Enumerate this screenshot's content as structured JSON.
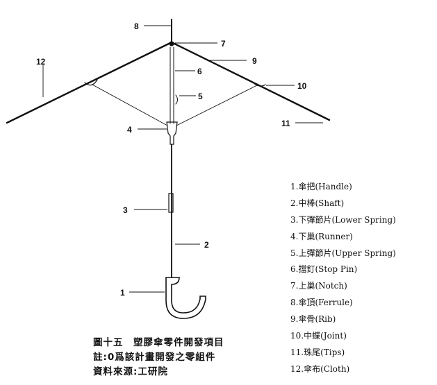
{
  "callouts": [
    "1",
    "2",
    "3",
    "4",
    "5",
    "6",
    "7",
    "8",
    "9",
    "10",
    "11",
    "12"
  ],
  "legend": [
    "1.傘把(Handle)",
    "2.中棒(Shaft)",
    "3.下彈節片(Lower Spring)",
    "4.下巢(Runner)",
    "5.上彈節片(Upper Spring)",
    "6.擋釘(Stop Pin)",
    "7.上巢(Notch)",
    "8.傘頂(Ferrule)",
    "9.傘骨(Rib)",
    "10.中蝶(Joint)",
    "11.珠尾(Tips)",
    "12.傘布(Cloth)"
  ],
  "caption": {
    "title": "圖十五　塑膠傘零件開發項目",
    "note": "註:0爲該計畫開發之零組件",
    "source": "資料來源:工研院"
  }
}
